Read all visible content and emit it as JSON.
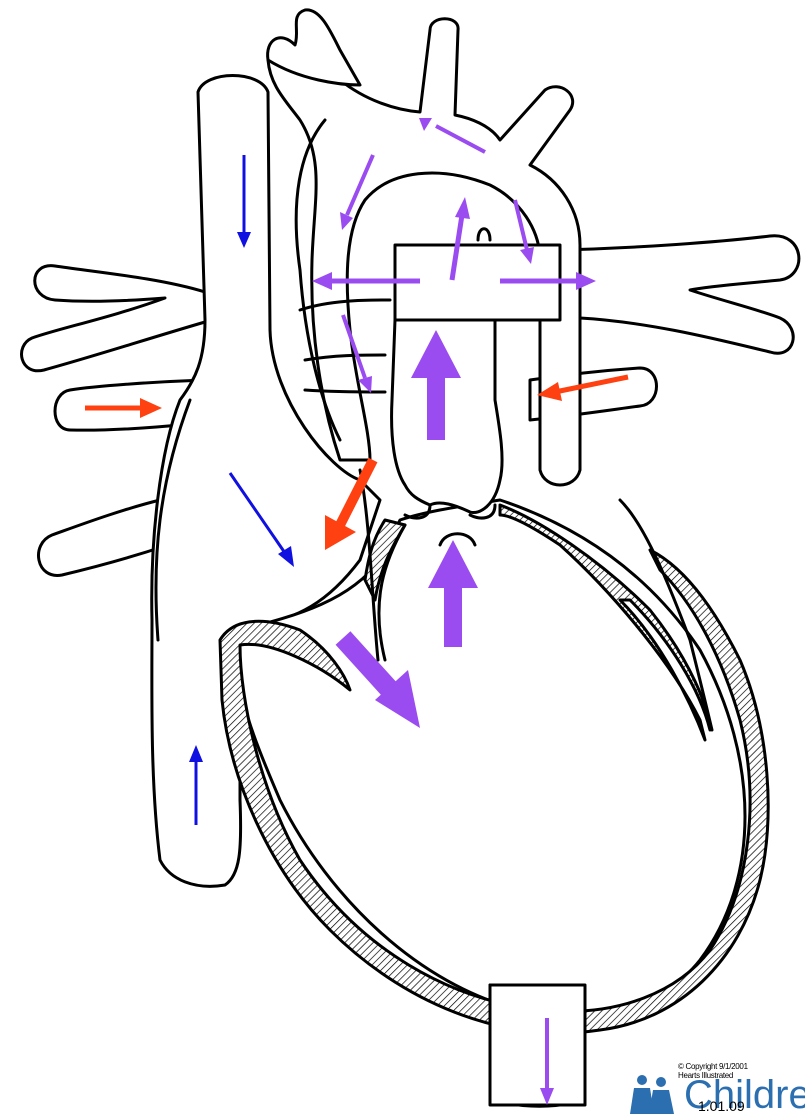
{
  "colors": {
    "deoxygenated": "#1010e0",
    "oxygenated": "#ff4010",
    "mixed": "#9a4cf0",
    "outline": "#000000",
    "logo_blue": "#2b6fb0"
  },
  "icons": {
    "logo_figures": "two-children-figures-icon"
  },
  "logo": {
    "copyright": "© Copyright 9/1/2001",
    "subtitle": "Hearts Illustrated",
    "brand": "Childre",
    "code": "1.01.09"
  }
}
